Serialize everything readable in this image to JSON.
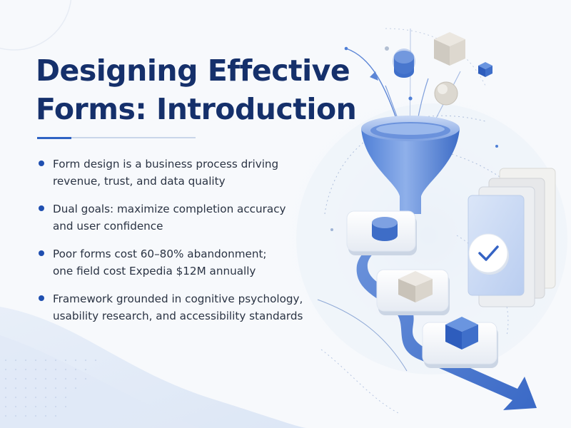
{
  "slide": {
    "title_lines": [
      "Designing Effective",
      "Forms: Introduction"
    ],
    "bullets": [
      {
        "lines": [
          "Form design is a business process driving",
          "revenue, trust, and data quality"
        ]
      },
      {
        "lines": [
          "Dual goals: maximize completion accuracy",
          "and user confidence"
        ]
      },
      {
        "lines": [
          "Poor forms cost 60–80% abandonment;",
          "one field cost Expedia $12M annually"
        ]
      },
      {
        "lines": [
          "Framework grounded in cognitive psychology,",
          "usability research, and accessibility standards"
        ]
      }
    ]
  },
  "colors": {
    "title": "#15306b",
    "accent_blue": "#2f63c4",
    "bullet_dot": "#1f4fb0",
    "body_text": "#2a3343",
    "background": "#f6f8fc"
  },
  "icons": [
    "funnel-icon",
    "checkmark-icon",
    "arrow-icon",
    "cube-icon",
    "sphere-icon",
    "cylinder-icon"
  ]
}
